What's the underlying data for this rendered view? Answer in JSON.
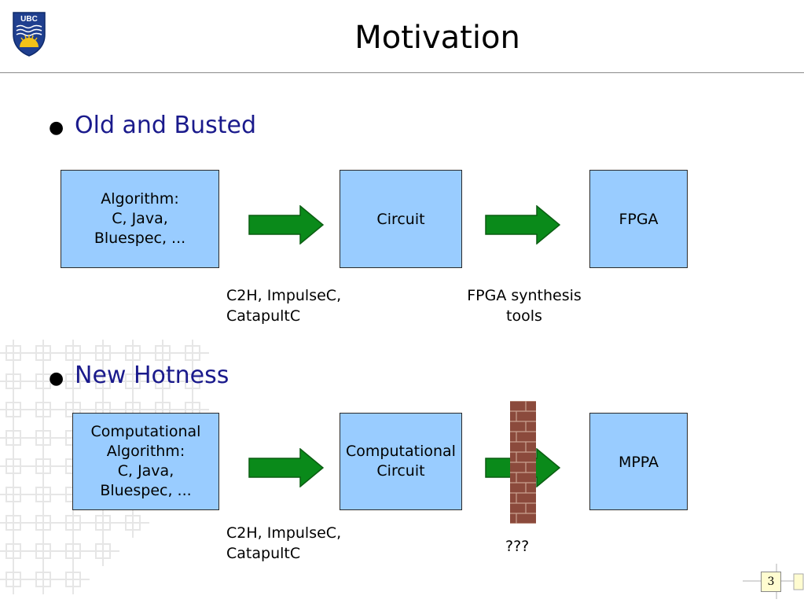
{
  "slide": {
    "title": "Motivation",
    "logo_text": "UBC",
    "page_number": "3"
  },
  "sections": [
    {
      "heading": "Old and Busted",
      "boxes": [
        "Algorithm:\nC, Java,\nBluespec, ...",
        "Circuit",
        "FPGA"
      ],
      "captions": [
        "C2H, ImpulseC,\nCatapultC",
        "FPGA synthesis\ntools"
      ]
    },
    {
      "heading": "New Hotness",
      "boxes": [
        "Computational\nAlgorithm:\nC, Java,\nBluespec, ...",
        "Computational\nCircuit",
        "MPPA"
      ],
      "captions": [
        "C2H, ImpulseC,\nCatapultC",
        "???"
      ]
    }
  ],
  "colors": {
    "box_fill": "#99ccff",
    "arrow_fill": "#0a8a1a",
    "heading": "#1a1a8c",
    "wall": "#8b4a3c"
  },
  "icons": [
    "ubc-crest-icon",
    "arrow-right-icon",
    "brick-wall-icon"
  ]
}
